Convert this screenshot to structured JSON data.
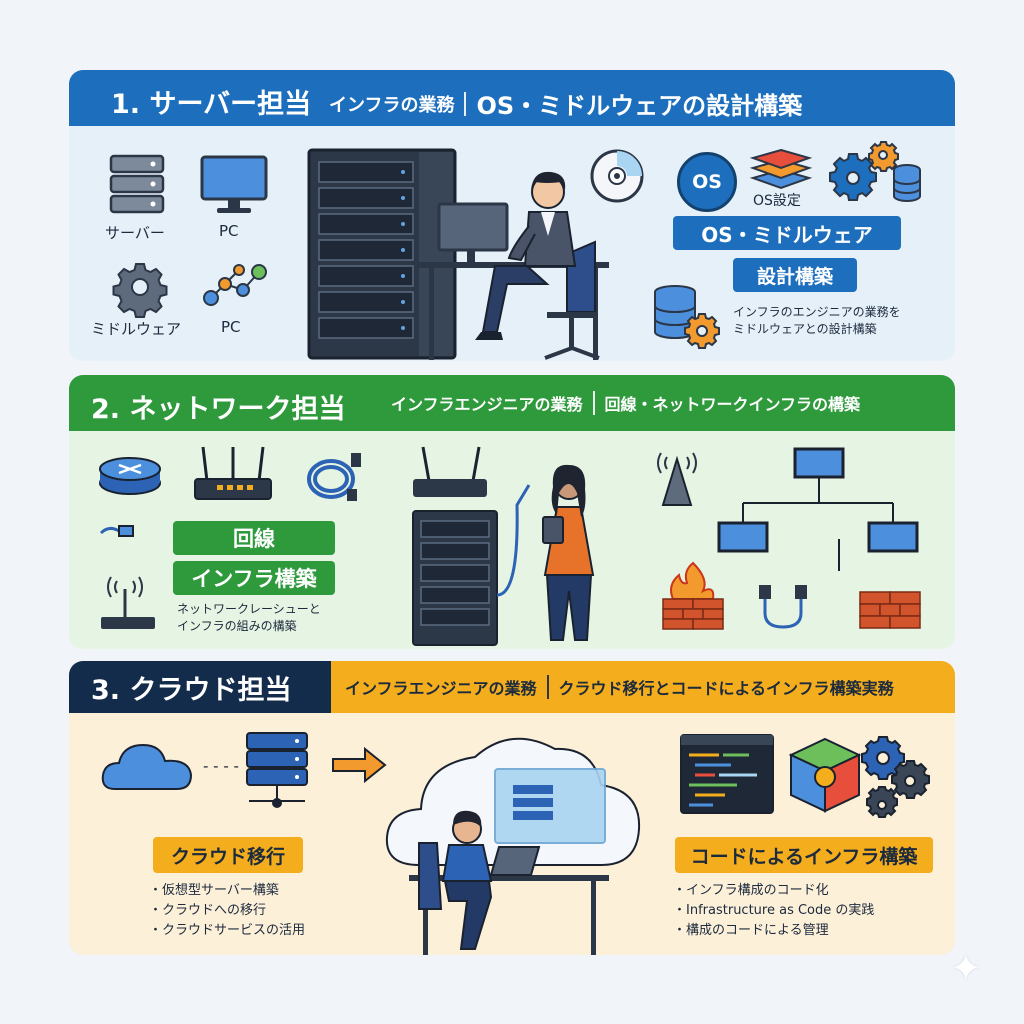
{
  "section1": {
    "title": "1. サーバー担当",
    "subtitle_left": "インフラの業務",
    "subtitle_right": "OS・ミドルウェアの設計構築",
    "icons": {
      "server_label": "サーバー",
      "pc_label": "PC",
      "middleware_label": "ミドルウェア",
      "network_pc_label": "PC"
    },
    "os_badge": "OS",
    "os_settings_label": "OS設定",
    "pill_1": "OS・ミドルウェア",
    "pill_2": "設計構築",
    "note_line1": "インフラのエンジニアの業務を",
    "note_line2": "ミドルウェアとの設計構築"
  },
  "section2": {
    "title": "2. ネットワーク担当",
    "subtitle_left": "インフラエンジニアの業務",
    "subtitle_right": "回線・ネットワークインフラの構築",
    "pill_1": "回線",
    "pill_2": "インフラ構築",
    "note_line1": "ネットワークレーシューと",
    "note_line2": "インフラの組みの構築"
  },
  "section3": {
    "title": "3. クラウド担当",
    "subtitle_left": "インフラエンジニアの業務",
    "subtitle_right": "クラウド移行とコードによるインフラ構築実務",
    "left_pill": "クラウド移行",
    "left_bullets": [
      "仮想型サーバー構築",
      "クラウドへの移行",
      "クラウドサービスの活用"
    ],
    "right_pill": "コードによるインフラ構築",
    "right_bullets": [
      "インフラ構成のコード化",
      "Infrastructure as Code の実践",
      "構成のコードによる管理"
    ]
  },
  "colors": {
    "server_blue": "#1d6fbd",
    "network_green": "#2e9a3c",
    "cloud_navy": "#142c4c",
    "cloud_orange": "#f4ad1c"
  }
}
